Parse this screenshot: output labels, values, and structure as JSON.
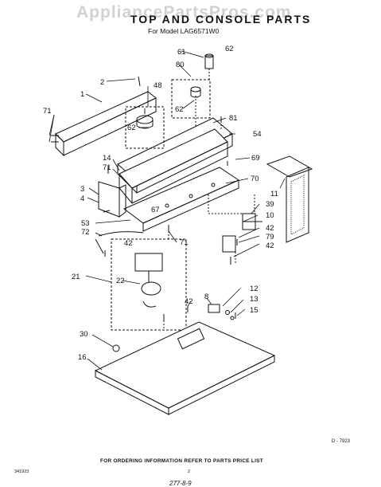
{
  "watermark": "AppliancePartsPros.com",
  "title": "TOP AND CONSOLE PARTS",
  "subtitle": "For Model LAG6571W0",
  "footer": "FOR ORDERING INFORMATION REFER TO PARTS PRICE LIST",
  "doc_number": "341923",
  "page_number": "2",
  "handwritten": "277-8-9",
  "ref_code": "D - 7923",
  "callouts": {
    "c61": "61",
    "c62a": "62",
    "c80": "80",
    "c62b": "62",
    "c2": "2",
    "c48": "48",
    "c1": "1",
    "c71a": "71",
    "c62c": "62",
    "c81": "81",
    "c54": "54",
    "c14": "14",
    "c71b": "71",
    "c69": "69",
    "c3": "3",
    "c4": "4",
    "c70": "70",
    "c11": "11",
    "c39": "39",
    "c67": "67",
    "c10": "10",
    "c53": "53",
    "c72": "72",
    "c42a": "42",
    "c71c": "71",
    "c42b": "42",
    "c79": "79",
    "c42c": "42",
    "c21": "21",
    "c22": "22",
    "c8": "8",
    "c12": "12",
    "c42d": "42",
    "c13": "13",
    "c15": "15",
    "c30": "30",
    "c16": "16"
  }
}
